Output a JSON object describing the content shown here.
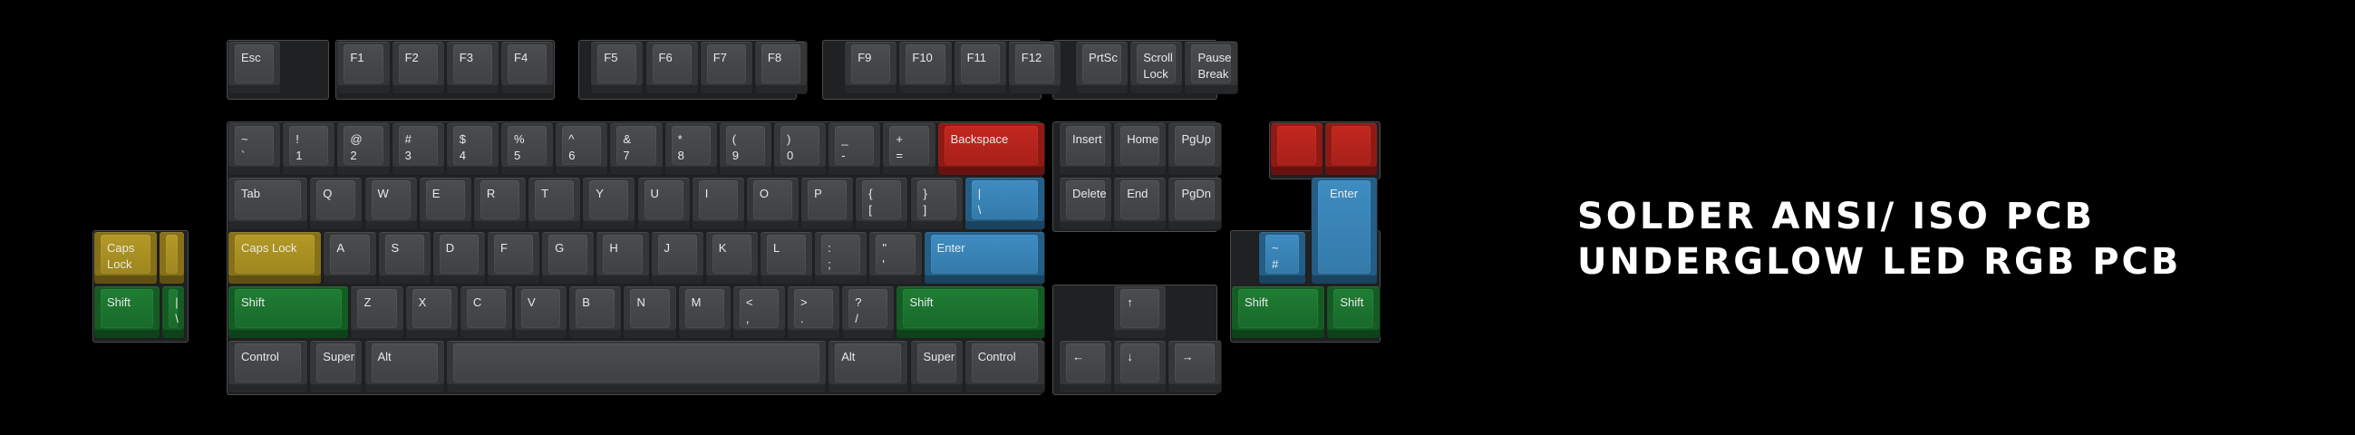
{
  "colors": {
    "background": "#000000",
    "base_key": "#3f4143",
    "red": "#b52219",
    "blue": "#3a83b8",
    "green": "#1b732f",
    "yellow": "#a88f22",
    "legend": "#e9e9e9",
    "heading": "#ffffff"
  },
  "keys": {
    "esc": "Esc",
    "f1": "F1",
    "f2": "F2",
    "f3": "F3",
    "f4": "F4",
    "f5": "F5",
    "f6": "F6",
    "f7": "F7",
    "f8": "F8",
    "f9": "F9",
    "f10": "F10",
    "f11": "F11",
    "f12": "F12",
    "prtsc": "PrtSc",
    "scroll_lock": "Scroll\nLock",
    "pause": "Pause\nBreak",
    "tilde": "~\n`",
    "k1": "!\n1",
    "k2": "@\n2",
    "k3": "#\n3",
    "k4": "$\n4",
    "k5": "%\n5",
    "k6": "^\n6",
    "k7": "&\n7",
    "k8": "*\n8",
    "k9": "(\n9",
    "k0": ")\n0",
    "minus": "_\n-",
    "equal": "+\n=",
    "backspace": "Backspace",
    "insert": "Insert",
    "home": "Home",
    "pgup": "PgUp",
    "tab": "Tab",
    "q": "Q",
    "w": "W",
    "e": "E",
    "r": "R",
    "t": "T",
    "y": "Y",
    "u": "U",
    "i": "I",
    "o": "O",
    "p": "P",
    "lbracket": "{\n[",
    "rbracket": "}\n]",
    "backslash": "|\n\\",
    "delete": "Delete",
    "end": "End",
    "pgdn": "PgDn",
    "caps_lock": "Caps Lock",
    "a": "A",
    "s": "S",
    "d": "D",
    "f": "F",
    "g": "G",
    "h": "H",
    "j": "J",
    "k": "K",
    "l": "L",
    "semicolon": ":\n;",
    "quote": "\"\n'",
    "enter": "Enter",
    "shift": "Shift",
    "z": "Z",
    "x": "X",
    "c": "C",
    "v": "V",
    "b": "B",
    "n": "N",
    "m": "M",
    "comma": "<\n,",
    "period": ">\n.",
    "slash": "?\n/",
    "right_shift": "Shift",
    "control": "Control",
    "super": "Super",
    "alt": "Alt",
    "space": "",
    "right_alt": "Alt",
    "right_super": "Super",
    "right_control": "Control",
    "up": "↑",
    "left": "←",
    "down": "↓",
    "right": "→",
    "alt_caps_lock": "Caps\nLock",
    "alt_caps_small": "",
    "iso_shift": "Shift",
    "iso_pipe": "|\n\\",
    "iso_enter": "Enter",
    "iso_hash": "~\n#",
    "split_shift_left": "Shift",
    "split_shift_right": "Shift",
    "split_backspace_left": "",
    "split_backspace_right": ""
  },
  "heading": {
    "line1": "SOLDER ANSI/ ISO PCB",
    "line2": "UNDERGLOW LED RGB PCB"
  }
}
